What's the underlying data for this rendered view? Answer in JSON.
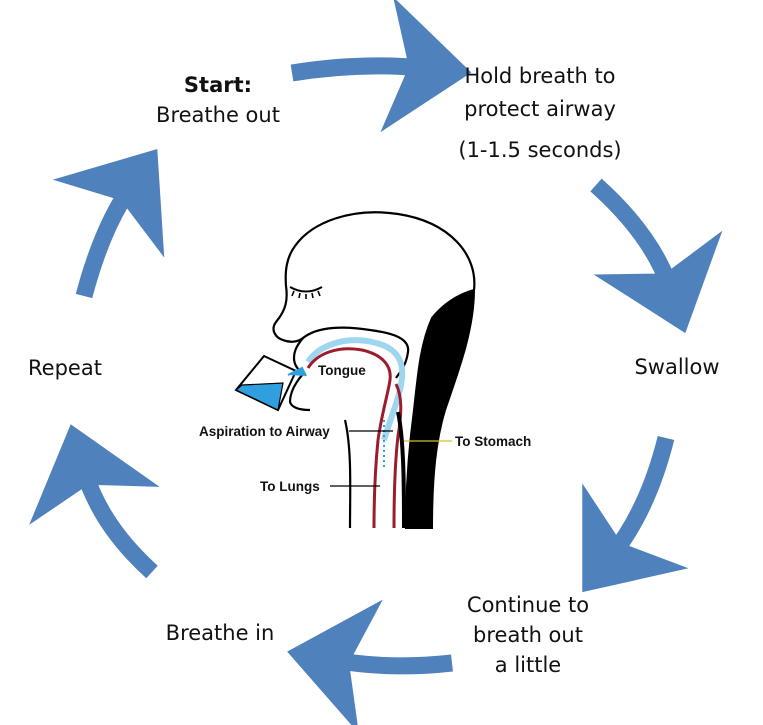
{
  "colors": {
    "arrow": "#4f81bd",
    "arrow_edge": "#3a6aa3",
    "tract_red": "#9b1c2c",
    "saliva_blue": "#9fd6ef",
    "water_blue": "#2f9fe0",
    "ink": "#111111"
  },
  "steps": {
    "start": {
      "heading": "Start:",
      "text": "Breathe out"
    },
    "hold": {
      "line1": "Hold breath to",
      "line2": "protect airway",
      "line3": "(1-1.5 seconds)"
    },
    "swallow": {
      "text": "Swallow"
    },
    "continue": {
      "line1": "Continue to",
      "line2": "breath out",
      "line3": "a little"
    },
    "breathe_in": {
      "text": "Breathe in"
    },
    "repeat": {
      "text": "Repeat"
    }
  },
  "anatomy": {
    "tongue": "Tongue",
    "aspiration": "Aspiration to Airway",
    "stomach": "To Stomach",
    "lungs": "To Lungs"
  },
  "icons": [
    "cycle-arrow-icon",
    "head-profile-icon",
    "cup-icon"
  ]
}
